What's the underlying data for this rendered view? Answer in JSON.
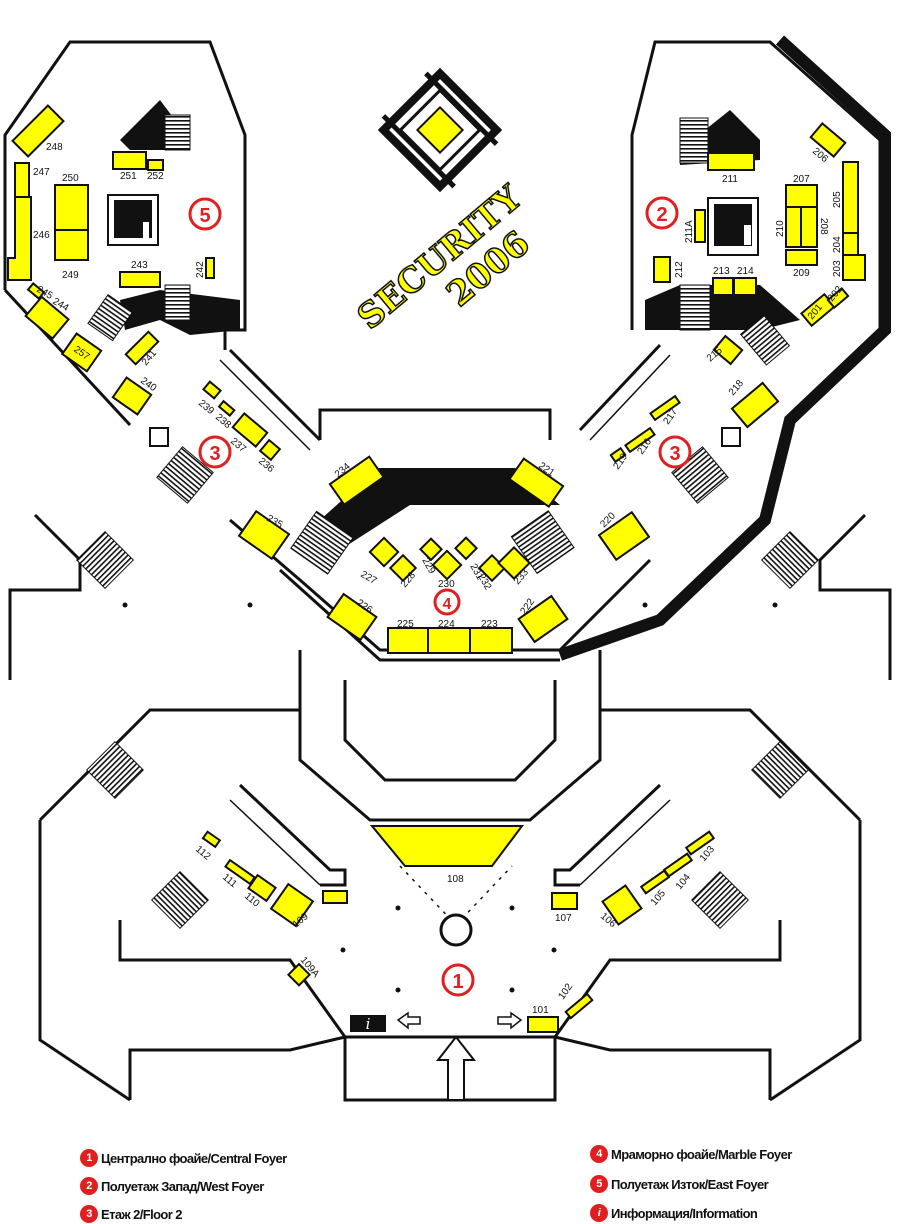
{
  "logo": {
    "line1": "SECURITY",
    "line2": "2006"
  },
  "colors": {
    "booth": "#ffff00",
    "zone_marker": "#e02020",
    "wall": "#111111"
  },
  "zones": {
    "z1": "1",
    "z2": "2",
    "z3": "3",
    "z4": "4",
    "z5": "5"
  },
  "booths": {
    "b248": "248",
    "b247": "247",
    "b246": "246",
    "b250": "250",
    "b249": "249",
    "b251": "251",
    "b252": "252",
    "b243": "243",
    "b242": "242",
    "b245": "245",
    "b244": "244",
    "b257": "257",
    "b241": "241",
    "b240": "240",
    "b239": "239",
    "b238": "238",
    "b237": "237",
    "b236": "236",
    "b211": "211",
    "b206": "206",
    "b205": "205",
    "b204": "204",
    "b203": "203",
    "b207": "207",
    "b210": "210",
    "b208": "208",
    "b209": "209",
    "b211a": "211A",
    "b212": "212",
    "b213": "213",
    "b214": "214",
    "b201": "201",
    "b202": "202",
    "b215": "215",
    "b218": "218",
    "b217": "217",
    "b216": "216",
    "b219": "219",
    "b234": "234",
    "b221": "221",
    "b235": "235",
    "b220": "220",
    "b227": "227",
    "b228": "228",
    "b229": "229",
    "b230": "230",
    "b231": "231",
    "b232": "232",
    "b233": "233",
    "b226": "226",
    "b222": "222",
    "b225": "225",
    "b224": "224",
    "b223": "223",
    "b108": "108",
    "b112": "112",
    "b111": "111",
    "b110": "110",
    "b109": "109",
    "b107": "107",
    "b106": "106",
    "b105": "105",
    "b104": "104",
    "b103": "103",
    "b109a": "109A",
    "b101": "101",
    "b102": "102"
  },
  "info_symbol": "i",
  "legend": [
    {
      "icon": "1",
      "label": "Централно  фоайе/Central Foyer"
    },
    {
      "icon": "2",
      "label": "Полуетаж Запад/West Foyer"
    },
    {
      "icon": "3",
      "label": "Етаж 2/Floor 2"
    },
    {
      "icon": "4",
      "label": "Мраморно фоайе/Marble Foyer"
    },
    {
      "icon": "5",
      "label": "Полуетаж Изток/East Foyer"
    },
    {
      "icon": "i",
      "label": "Информация/Information"
    }
  ]
}
